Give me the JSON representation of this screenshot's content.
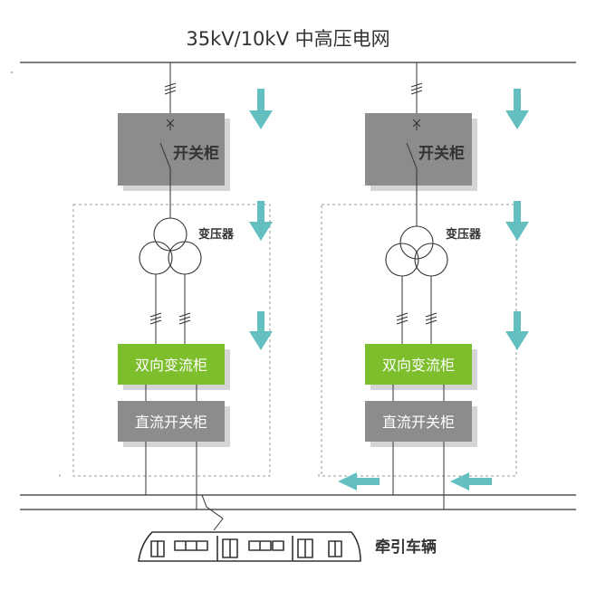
{
  "title": "35kV/10kV 中高压电网",
  "units": [
    {
      "switchgear_label": "开关柜",
      "transformer_label": "变压器",
      "converter_label": "双向变流柜",
      "dc_switchgear_label": "直流开关柜"
    },
    {
      "switchgear_label": "开关柜",
      "transformer_label": "变压器",
      "converter_label": "双向变流柜",
      "dc_switchgear_label": "直流开关柜"
    }
  ],
  "train_label": "牵引车辆",
  "colors": {
    "line": "#333333",
    "gray_box": "#8c8c8c",
    "gray_shadow": "#d5d5d5",
    "green_box": "#7dbe2d",
    "arrow": "#64c0c0",
    "dashed": "#9a9a9a"
  }
}
